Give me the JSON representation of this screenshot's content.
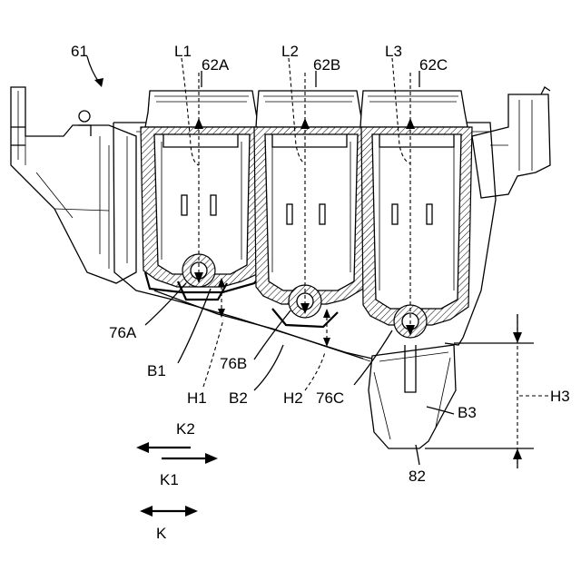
{
  "figure_number": "61",
  "labels": {
    "ink_tank_a": "62A",
    "ink_tank_b": "62B",
    "ink_tank_c": "62C",
    "axis_l1": "L1",
    "axis_l2": "L2",
    "axis_l3": "L3",
    "outlet_a": "76A",
    "outlet_b": "76B",
    "outlet_c": "76C",
    "bottom_b1": "B1",
    "bottom_b2": "B2",
    "bottom_b3": "B3",
    "height_h1": "H1",
    "height_h2": "H2",
    "height_h3": "H3",
    "carriage": "82"
  },
  "direction_legend": {
    "k2": "K2",
    "k1": "K1",
    "k": "K"
  }
}
